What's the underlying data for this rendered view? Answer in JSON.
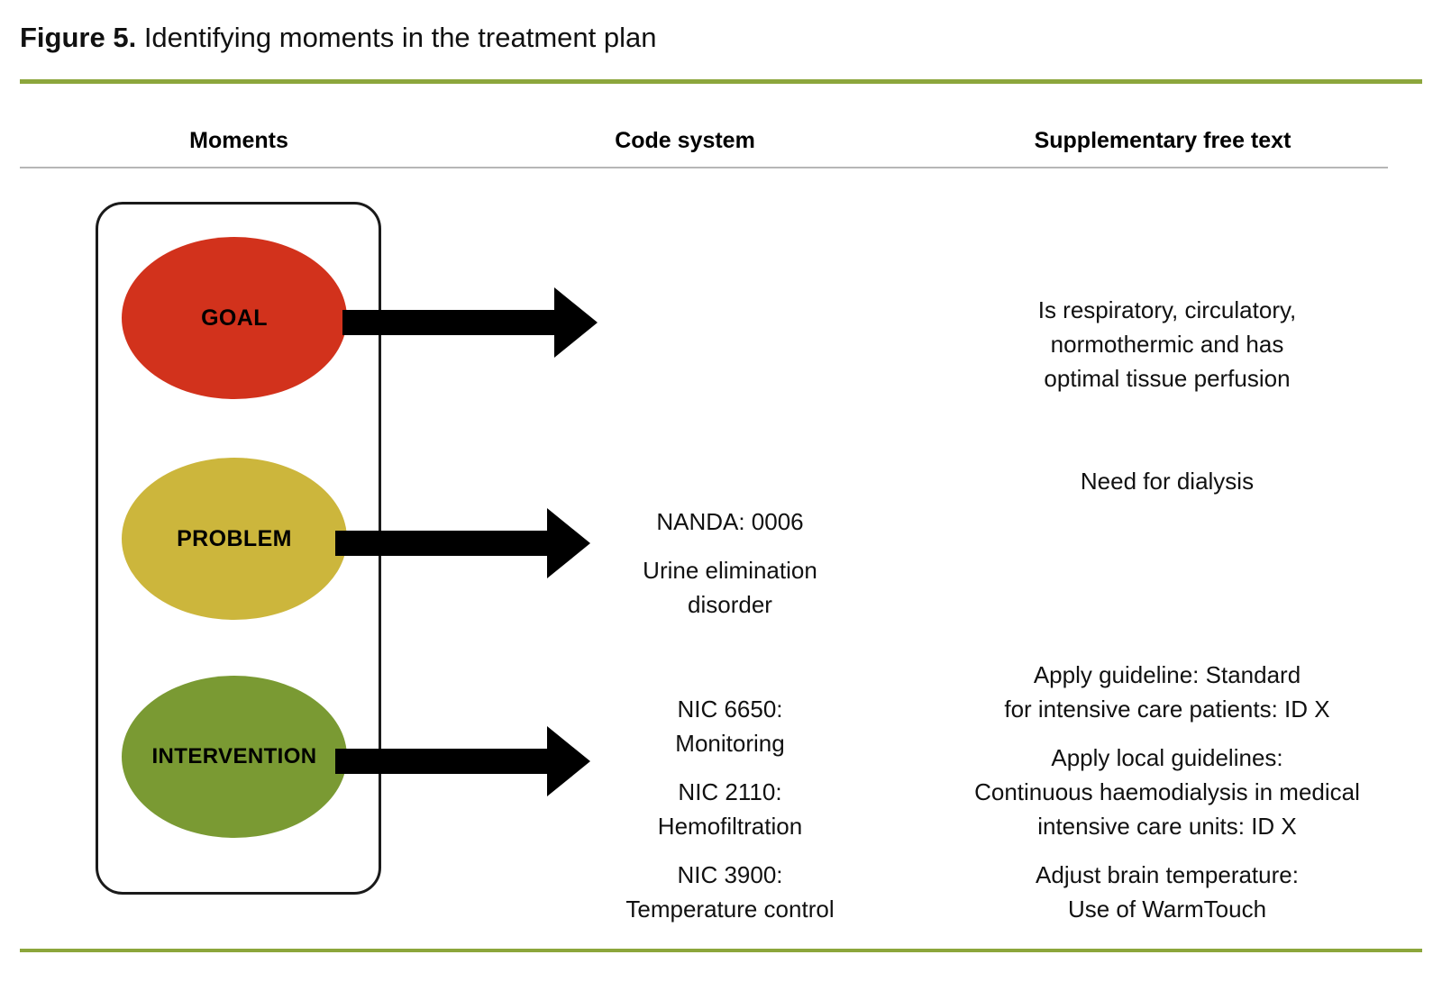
{
  "figure": {
    "number_label": "Figure 5.",
    "caption": " Identifying moments in the treatment plan"
  },
  "colors": {
    "rule_green": "#8CA63C",
    "rule_grey": "#b6b6b6",
    "goal_fill": "#D2321C",
    "problem_fill": "#CCB63C",
    "intervention_fill": "#7A9A33",
    "arrow": "#000000",
    "frame_border": "#1a1a1a"
  },
  "headers": {
    "moments": "Moments",
    "code_system": "Code system",
    "free_text": "Supplementary free text"
  },
  "rows": [
    {
      "moment": "GOAL",
      "code_system": [],
      "free_text": [
        "Is respiratory, circulatory,\nnormothermic and has\noptimal tissue perfusion"
      ]
    },
    {
      "moment": "PROBLEM",
      "code_system": [
        "NANDA: 0006",
        "Urine elimination\ndisorder"
      ],
      "free_text": [
        "Need for dialysis"
      ]
    },
    {
      "moment": "INTERVENTION",
      "code_system": [
        "NIC 6650:\nMonitoring",
        "NIC 2110:\nHemofiltration",
        "NIC 3900:\nTemperature control"
      ],
      "free_text": [
        "Apply guideline: Standard\nfor intensive care patients: ID X",
        "Apply local guidelines:\nContinuous haemodialysis in medical\nintensive care units: ID X",
        "Adjust brain temperature:\nUse of WarmTouch"
      ]
    }
  ]
}
